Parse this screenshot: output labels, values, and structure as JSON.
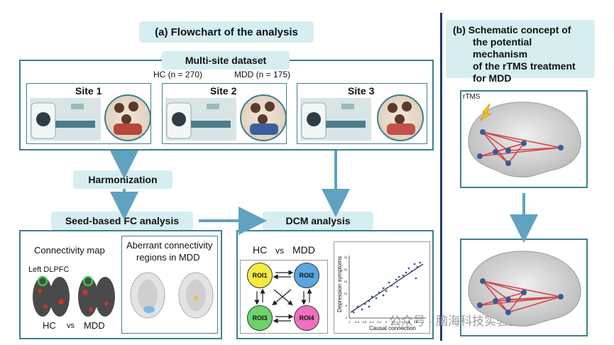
{
  "panel_a": {
    "title": "(a) Flowchart of the analysis",
    "dataset_title": "Multi-site dataset",
    "hc_count": "HC (n = 270)",
    "mdd_count": "MDD (n = 175)",
    "sites": [
      "Site 1",
      "Site 2",
      "Site 3"
    ],
    "harmonization": "Harmonization",
    "seed_fc": "Seed-based FC analysis",
    "dcm": "DCM analysis",
    "connectivity_map": "Connectivity map",
    "left_dlpfc": "Left DLPFC",
    "hc": "HC",
    "vs": "vs",
    "mdd": "MDD",
    "aberrant_line1": "Aberrant connectivity",
    "aberrant_line2": "regions in MDD",
    "dcm_hc": "HC",
    "dcm_vs": "vs",
    "dcm_mdd": "MDD",
    "rois": [
      "ROI1",
      "ROI2",
      "ROI3",
      "ROI4"
    ],
    "scatter_ylabel": "Depression symptoms",
    "scatter_xlabel": "Causal connection",
    "scatter_xticks": [
      "-1",
      "-0.8",
      "-0.6",
      "-0.4",
      "-0.2",
      "0",
      "0.2",
      "0.4",
      "0.6",
      "0.8",
      "1"
    ],
    "scatter_yticks": [
      "0",
      "5",
      "10",
      "15",
      "20",
      "25"
    ]
  },
  "panel_b": {
    "title_line1": "(b) Schematic concept of",
    "title_line2": "the potential mechanism",
    "title_line3": "of the rTMS treatment",
    "title_line4": "for MDD",
    "rtms_label": "rTMS"
  },
  "watermark": "公众号 · 脑海科技实验室",
  "colors": {
    "accent": "#3f7f8c",
    "pill_bg": "#d6eef0",
    "arrow": "#5fa3c0",
    "divider": "#203a72",
    "network_line": "#d0454a",
    "network_node": "#3a5a9a",
    "roi1": "#f4ec3f",
    "roi2": "#5aa6e0",
    "roi3": "#6bd46b",
    "roi4": "#f06fbf"
  }
}
